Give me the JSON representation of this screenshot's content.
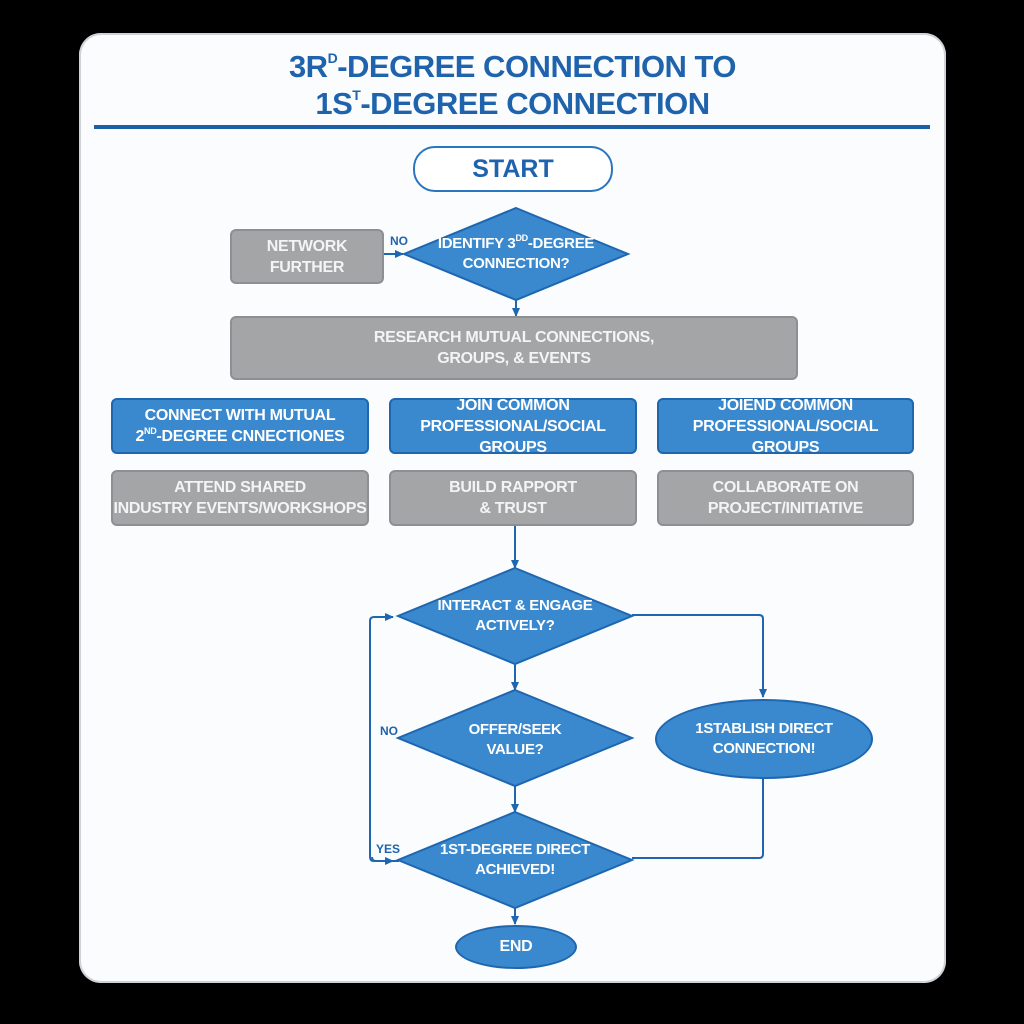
{
  "title": {
    "line1_pre": "3R",
    "line1_sup": "D",
    "line1_post": "-DEGREE CONNECTION TO",
    "line2_pre": "1S",
    "line2_sup": "T",
    "line2_post": "-DEGREE CONNECTION"
  },
  "colors": {
    "primary_blue": "#3a88cd",
    "title_blue": "#1f63ad",
    "gray_box": "#a4a5a7",
    "background": "#fbfcfd"
  },
  "nodes": {
    "start": "START",
    "identify_decision": {
      "line1_pre": "IDENTIFY 3",
      "line1_sup": "DD",
      "line1_post": "-DEGREE",
      "line2": "CONNECTION?"
    },
    "network_further": {
      "line1": "NETWORK",
      "line2": "FURTHER"
    },
    "research": {
      "line1": "RESEARCH MUTUAL CONNECTIONS,",
      "line2": "GROUPS, & EVENTS"
    },
    "connect_mutual": {
      "line1": "CONNECT WITH MUTUAL",
      "line2_pre": "2",
      "line2_sup": "ND",
      "line2_post": "-DEGREE CNNECTIONES"
    },
    "join_common": {
      "line1": "JOIN COMMON",
      "line2": "PROFESSIONAL/SOCIAL GROUPS"
    },
    "joiend_common": {
      "line1": "JOIEND COMMON",
      "line2": "PROFESSIONAL/SOCIAL GROUPS"
    },
    "attend_events": {
      "line1": "ATTEND SHARED",
      "line2": "INDUSTRY EVENTS/WORKSHOPS"
    },
    "build_rapport": {
      "line1": "BUILD RAPPORT",
      "line2": "& TRUST"
    },
    "collaborate": {
      "line1": "COLLABORATE ON",
      "line2": "PROJECT/INITIATIVE"
    },
    "interact_decision": {
      "line1": "INTERACT & ENGAGE",
      "line2": "ACTIVELY?"
    },
    "offer_decision": {
      "line1": "OFFER/SEEK",
      "line2": "VALUE?"
    },
    "establish": {
      "line1": "1STABLISH DIRECT",
      "line2": "CONNECTION!"
    },
    "achieved_decision": {
      "line1": "1ST-DEGREE DIRECT",
      "line2": "ACHIEVED!"
    },
    "end": "END"
  },
  "edge_labels": {
    "network_no": "NO",
    "offer_no": "NO",
    "achieved_yes": "YES"
  }
}
